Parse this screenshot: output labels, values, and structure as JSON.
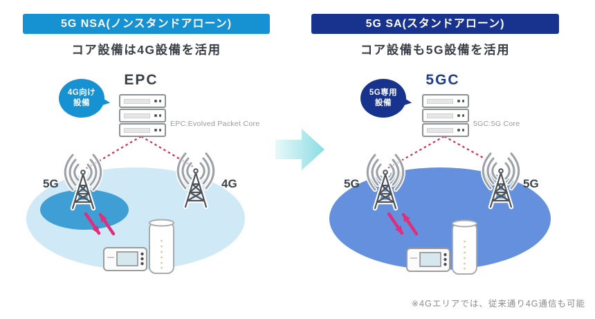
{
  "nsa": {
    "header": "5G NSA(ノンスタンドアローン)",
    "subtitle": "コア設備は4G設備を活用",
    "bubble": {
      "line1": "4G向け",
      "line2": "設備"
    },
    "core_title": "EPC",
    "core_caption": "EPC:Evolved Packet Core",
    "tower_left_label": "5G",
    "tower_right_label": "4G"
  },
  "sa": {
    "header": "5G SA(スタンドアローン)",
    "subtitle": "コア設備も5G設備を活用",
    "bubble": {
      "line1": "5G専用",
      "line2": "設備"
    },
    "core_title": "5GC",
    "core_caption": "5GC:5G Core",
    "tower_left_label": "5G",
    "tower_right_label": "5G"
  },
  "footnote": "※4Gエリアでは、従来通り4G通信も可能",
  "colors": {
    "nsa_header_blue": "#1692d3",
    "sa_header_navy": "#17338e",
    "sa_core_title_navy": "#1d3a8c",
    "coverage_4g_light_blue": "#cfe9f6",
    "coverage_5g_inner_blue": "#3f9fd4",
    "coverage_5g_full_blue": "#6590dd",
    "uplink_downlink_magenta": "#e22d7b",
    "core_link_dashed_red": "#d02f55",
    "transition_arrow_cyan": "#8adde4",
    "title_dark_gray": "#3a3f47",
    "caption_gray": "#97989a"
  }
}
